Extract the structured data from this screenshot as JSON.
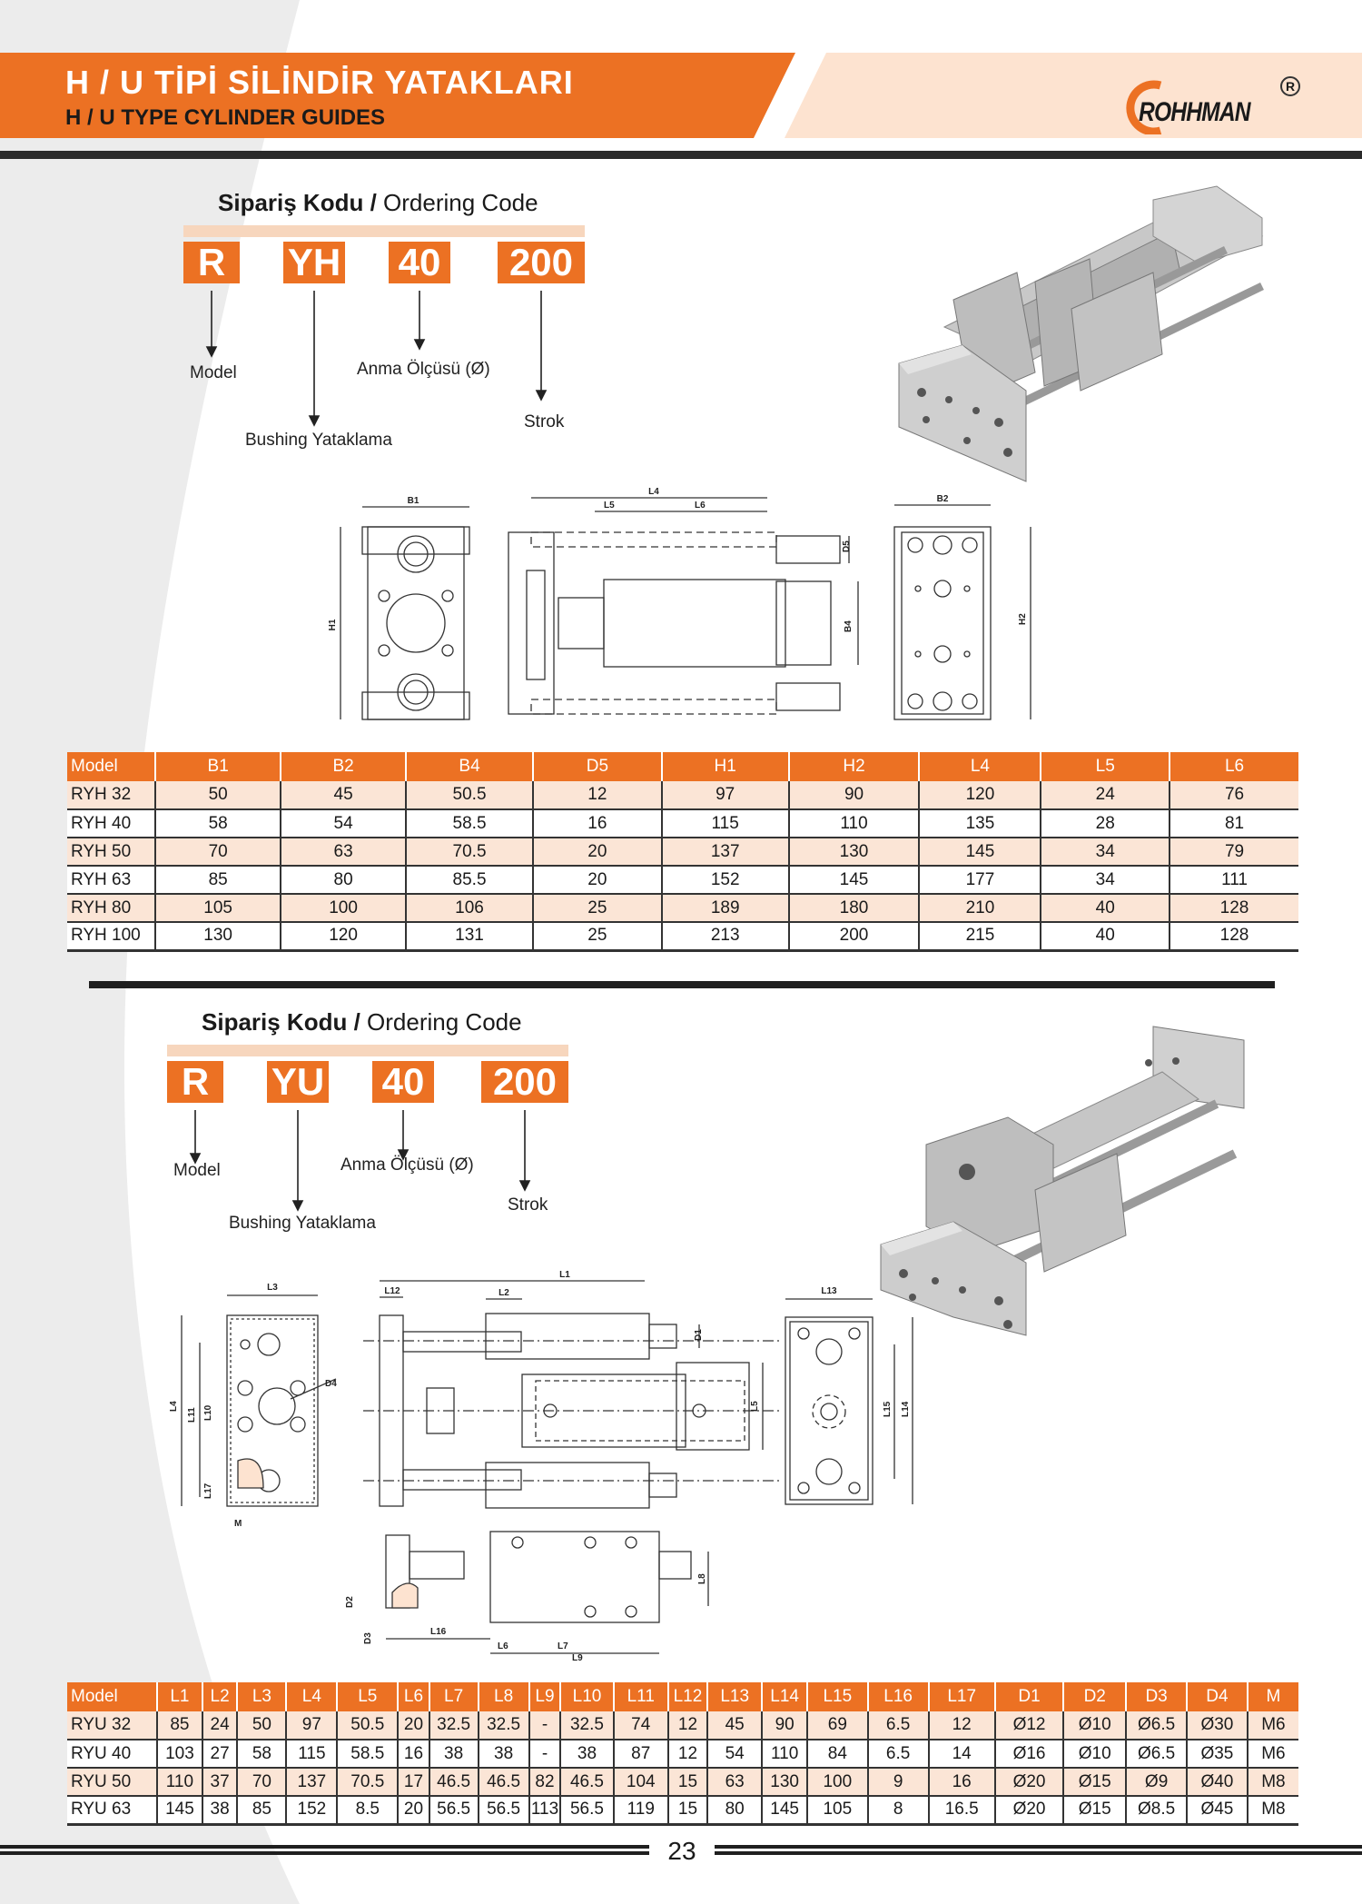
{
  "header": {
    "title": "H / U TİPİ SİLİNDİR YATAKLARI",
    "subtitle": "H / U TYPE CYLINDER GUIDES",
    "brand": "ROHHMAN",
    "registered": "R"
  },
  "section_h": {
    "ordering_title_bold": "Sipariş Kodu /",
    "ordering_title": " Ordering Code",
    "codes": [
      "R",
      "YH",
      "40",
      "200"
    ],
    "labels": {
      "model": "Model",
      "bushing": "Bushing Yataklama",
      "size": "Anma Ölçüsü (Ø)",
      "stroke": "Strok"
    },
    "drawing_labels": [
      "B1",
      "H1",
      "L4",
      "L5",
      "L6",
      "D5",
      "B4",
      "B2",
      "H2"
    ],
    "table": {
      "headers": [
        "Model",
        "B1",
        "B2",
        "B4",
        "D5",
        "H1",
        "H2",
        "L4",
        "L5",
        "L6"
      ],
      "rows": [
        [
          "RYH 32",
          "50",
          "45",
          "50.5",
          "12",
          "97",
          "90",
          "120",
          "24",
          "76"
        ],
        [
          "RYH 40",
          "58",
          "54",
          "58.5",
          "16",
          "115",
          "110",
          "135",
          "28",
          "81"
        ],
        [
          "RYH 50",
          "70",
          "63",
          "70.5",
          "20",
          "137",
          "130",
          "145",
          "34",
          "79"
        ],
        [
          "RYH 63",
          "85",
          "80",
          "85.5",
          "20",
          "152",
          "145",
          "177",
          "34",
          "111"
        ],
        [
          "RYH 80",
          "105",
          "100",
          "106",
          "25",
          "189",
          "180",
          "210",
          "40",
          "128"
        ],
        [
          "RYH 100",
          "130",
          "120",
          "131",
          "25",
          "213",
          "200",
          "215",
          "40",
          "128"
        ]
      ]
    }
  },
  "section_u": {
    "ordering_title_bold": "Sipariş Kodu /",
    "ordering_title": " Ordering Code",
    "codes": [
      "R",
      "YU",
      "40",
      "200"
    ],
    "labels": {
      "model": "Model",
      "bushing": "Bushing Yataklama",
      "size": "Anma Ölçüsü (Ø)",
      "stroke": "Strok"
    },
    "drawing_labels": [
      "L3",
      "L4",
      "L11",
      "L10",
      "L17",
      "M",
      "D4",
      "L12",
      "L2",
      "L1",
      "D1",
      "L5",
      "L13",
      "L15",
      "L14",
      "D2",
      "D3",
      "L16",
      "L6",
      "L7",
      "L9",
      "L8"
    ],
    "table": {
      "headers": [
        "Model",
        "L1",
        "L2",
        "L3",
        "L4",
        "L5",
        "L6",
        "L7",
        "L8",
        "L9",
        "L10",
        "L11",
        "L12",
        "L13",
        "L14",
        "L15",
        "L16",
        "L17",
        "D1",
        "D2",
        "D3",
        "D4",
        "M"
      ],
      "rows": [
        [
          "RYU 32",
          "85",
          "24",
          "50",
          "97",
          "50.5",
          "20",
          "32.5",
          "32.5",
          "-",
          "32.5",
          "74",
          "12",
          "45",
          "90",
          "69",
          "6.5",
          "12",
          "Ø12",
          "Ø10",
          "Ø6.5",
          "Ø30",
          "M6"
        ],
        [
          "RYU 40",
          "103",
          "27",
          "58",
          "115",
          "58.5",
          "16",
          "38",
          "38",
          "-",
          "38",
          "87",
          "12",
          "54",
          "110",
          "84",
          "6.5",
          "14",
          "Ø16",
          "Ø10",
          "Ø6.5",
          "Ø35",
          "M6"
        ],
        [
          "RYU 50",
          "110",
          "37",
          "70",
          "137",
          "70.5",
          "17",
          "46.5",
          "46.5",
          "82",
          "46.5",
          "104",
          "15",
          "63",
          "130",
          "100",
          "9",
          "16",
          "Ø20",
          "Ø15",
          "Ø9",
          "Ø40",
          "M8"
        ],
        [
          "RYU 63",
          "145",
          "38",
          "85",
          "152",
          "8.5",
          "20",
          "56.5",
          "56.5",
          "113",
          "56.5",
          "119",
          "15",
          "80",
          "145",
          "105",
          "8",
          "16.5",
          "Ø20",
          "Ø15",
          "Ø8.5",
          "Ø45",
          "M8"
        ]
      ]
    }
  },
  "footer": {
    "page_number": "23"
  },
  "colors": {
    "accent": "#ec7123",
    "accent_light": "#fbe5d6",
    "dark": "#1f1f1f"
  }
}
